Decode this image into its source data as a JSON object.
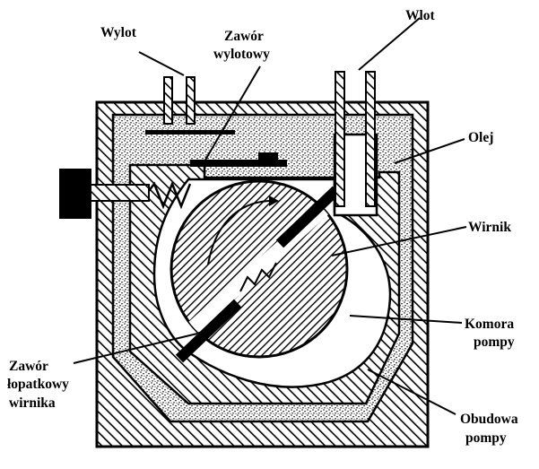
{
  "labels": {
    "wylot": "Wylot",
    "wlot": "Wlot",
    "zawor_wylotowy": [
      "Zawór",
      "wylotowy"
    ],
    "olej": "Olej",
    "wirnik": "Wirnik",
    "komora_pompy": [
      "Komora",
      "pompy"
    ],
    "zawor_lopatkowy": [
      "Zawór",
      "łopatkowy",
      "wirnika"
    ],
    "obudowa_pompy": [
      "Obudowa",
      "pompy"
    ]
  },
  "colors": {
    "ink": "#000000",
    "paper": "#ffffff"
  }
}
